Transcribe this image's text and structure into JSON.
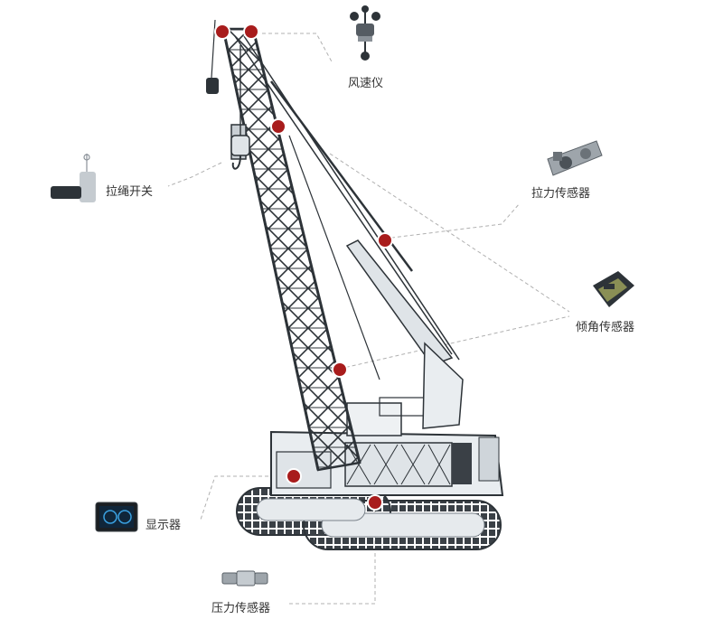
{
  "labels": {
    "anemometer": "风速仪",
    "rope_switch": "拉绳开关",
    "tension_sensor": "拉力传感器",
    "tilt_sensor": "倾角传感器",
    "display": "显示器",
    "pressure_sensor": "压力传感器"
  },
  "colors": {
    "marker": "#a81c1c",
    "leader": "#b0b0b0",
    "crane_dark": "#2d3338",
    "crane_light": "#c9cfd4"
  },
  "icons": {
    "anemometer": "anemometer-icon",
    "rope_switch": "rope-switch-icon",
    "tension_sensor": "tension-sensor-icon",
    "tilt_sensor": "tilt-sensor-icon",
    "display": "display-icon",
    "pressure_sensor": "pressure-sensor-icon"
  }
}
